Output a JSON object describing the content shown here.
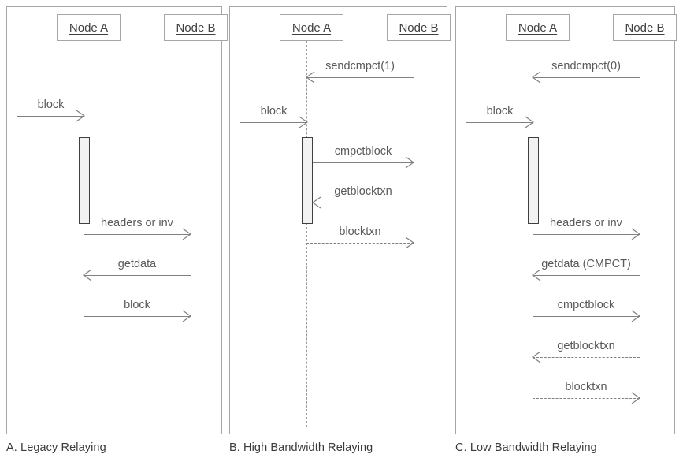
{
  "figure": {
    "title": "Bitcoin compact block relay sequence diagrams",
    "colors": {
      "panel_border": "#a6a6a6",
      "lifeline": "#9a9a9a",
      "arrow": "#808080",
      "label_text": "#595959",
      "node_text": "#404040",
      "activation_fill": "#f2f2f2",
      "activation_border": "#3f3f3f",
      "caption_text": "#3b3b3b",
      "background": "#ffffff"
    }
  },
  "panels": [
    {
      "id": "a",
      "caption": "A. Legacy Relaying",
      "participants": [
        {
          "id": "node-a",
          "label": "Node A"
        },
        {
          "id": "node-b",
          "label": "Node B"
        }
      ],
      "messages": [
        {
          "label": "block",
          "from": "external",
          "to": "node-a",
          "style": "solid",
          "direction": "right"
        },
        {
          "label": "headers or inv",
          "from": "node-a",
          "to": "node-b",
          "style": "solid",
          "direction": "right"
        },
        {
          "label": "getdata",
          "from": "node-b",
          "to": "node-a",
          "style": "solid",
          "direction": "left"
        },
        {
          "label": "block",
          "from": "node-a",
          "to": "node-b",
          "style": "solid",
          "direction": "right"
        }
      ],
      "activations": [
        {
          "on": "node-a"
        }
      ]
    },
    {
      "id": "b",
      "caption": "B. High Bandwidth Relaying",
      "participants": [
        {
          "id": "node-a",
          "label": "Node A"
        },
        {
          "id": "node-b",
          "label": "Node B"
        }
      ],
      "messages": [
        {
          "label": "sendcmpct(1)",
          "from": "node-b",
          "to": "node-a",
          "style": "solid",
          "direction": "left"
        },
        {
          "label": "block",
          "from": "external",
          "to": "node-a",
          "style": "solid",
          "direction": "right"
        },
        {
          "label": "cmpctblock",
          "from": "node-a",
          "to": "node-b",
          "style": "solid",
          "direction": "right"
        },
        {
          "label": "getblocktxn",
          "from": "node-b",
          "to": "node-a",
          "style": "dashed",
          "direction": "left"
        },
        {
          "label": "blocktxn",
          "from": "node-a",
          "to": "node-b",
          "style": "dashed",
          "direction": "right"
        }
      ],
      "activations": [
        {
          "on": "node-a"
        }
      ]
    },
    {
      "id": "c",
      "caption": "C. Low Bandwidth Relaying",
      "participants": [
        {
          "id": "node-a",
          "label": "Node A"
        },
        {
          "id": "node-b",
          "label": "Node B"
        }
      ],
      "messages": [
        {
          "label": "sendcmpct(0)",
          "from": "node-b",
          "to": "node-a",
          "style": "solid",
          "direction": "left"
        },
        {
          "label": "block",
          "from": "external",
          "to": "node-a",
          "style": "solid",
          "direction": "right"
        },
        {
          "label": "headers or inv",
          "from": "node-a",
          "to": "node-b",
          "style": "solid",
          "direction": "right"
        },
        {
          "label": "getdata (CMPCT)",
          "from": "node-b",
          "to": "node-a",
          "style": "solid",
          "direction": "left"
        },
        {
          "label": "cmpctblock",
          "from": "node-a",
          "to": "node-b",
          "style": "solid",
          "direction": "right"
        },
        {
          "label": "getblocktxn",
          "from": "node-b",
          "to": "node-a",
          "style": "dashed",
          "direction": "left"
        },
        {
          "label": "blocktxn",
          "from": "node-a",
          "to": "node-b",
          "style": "dashed",
          "direction": "right"
        }
      ],
      "activations": [
        {
          "on": "node-a"
        }
      ]
    }
  ]
}
